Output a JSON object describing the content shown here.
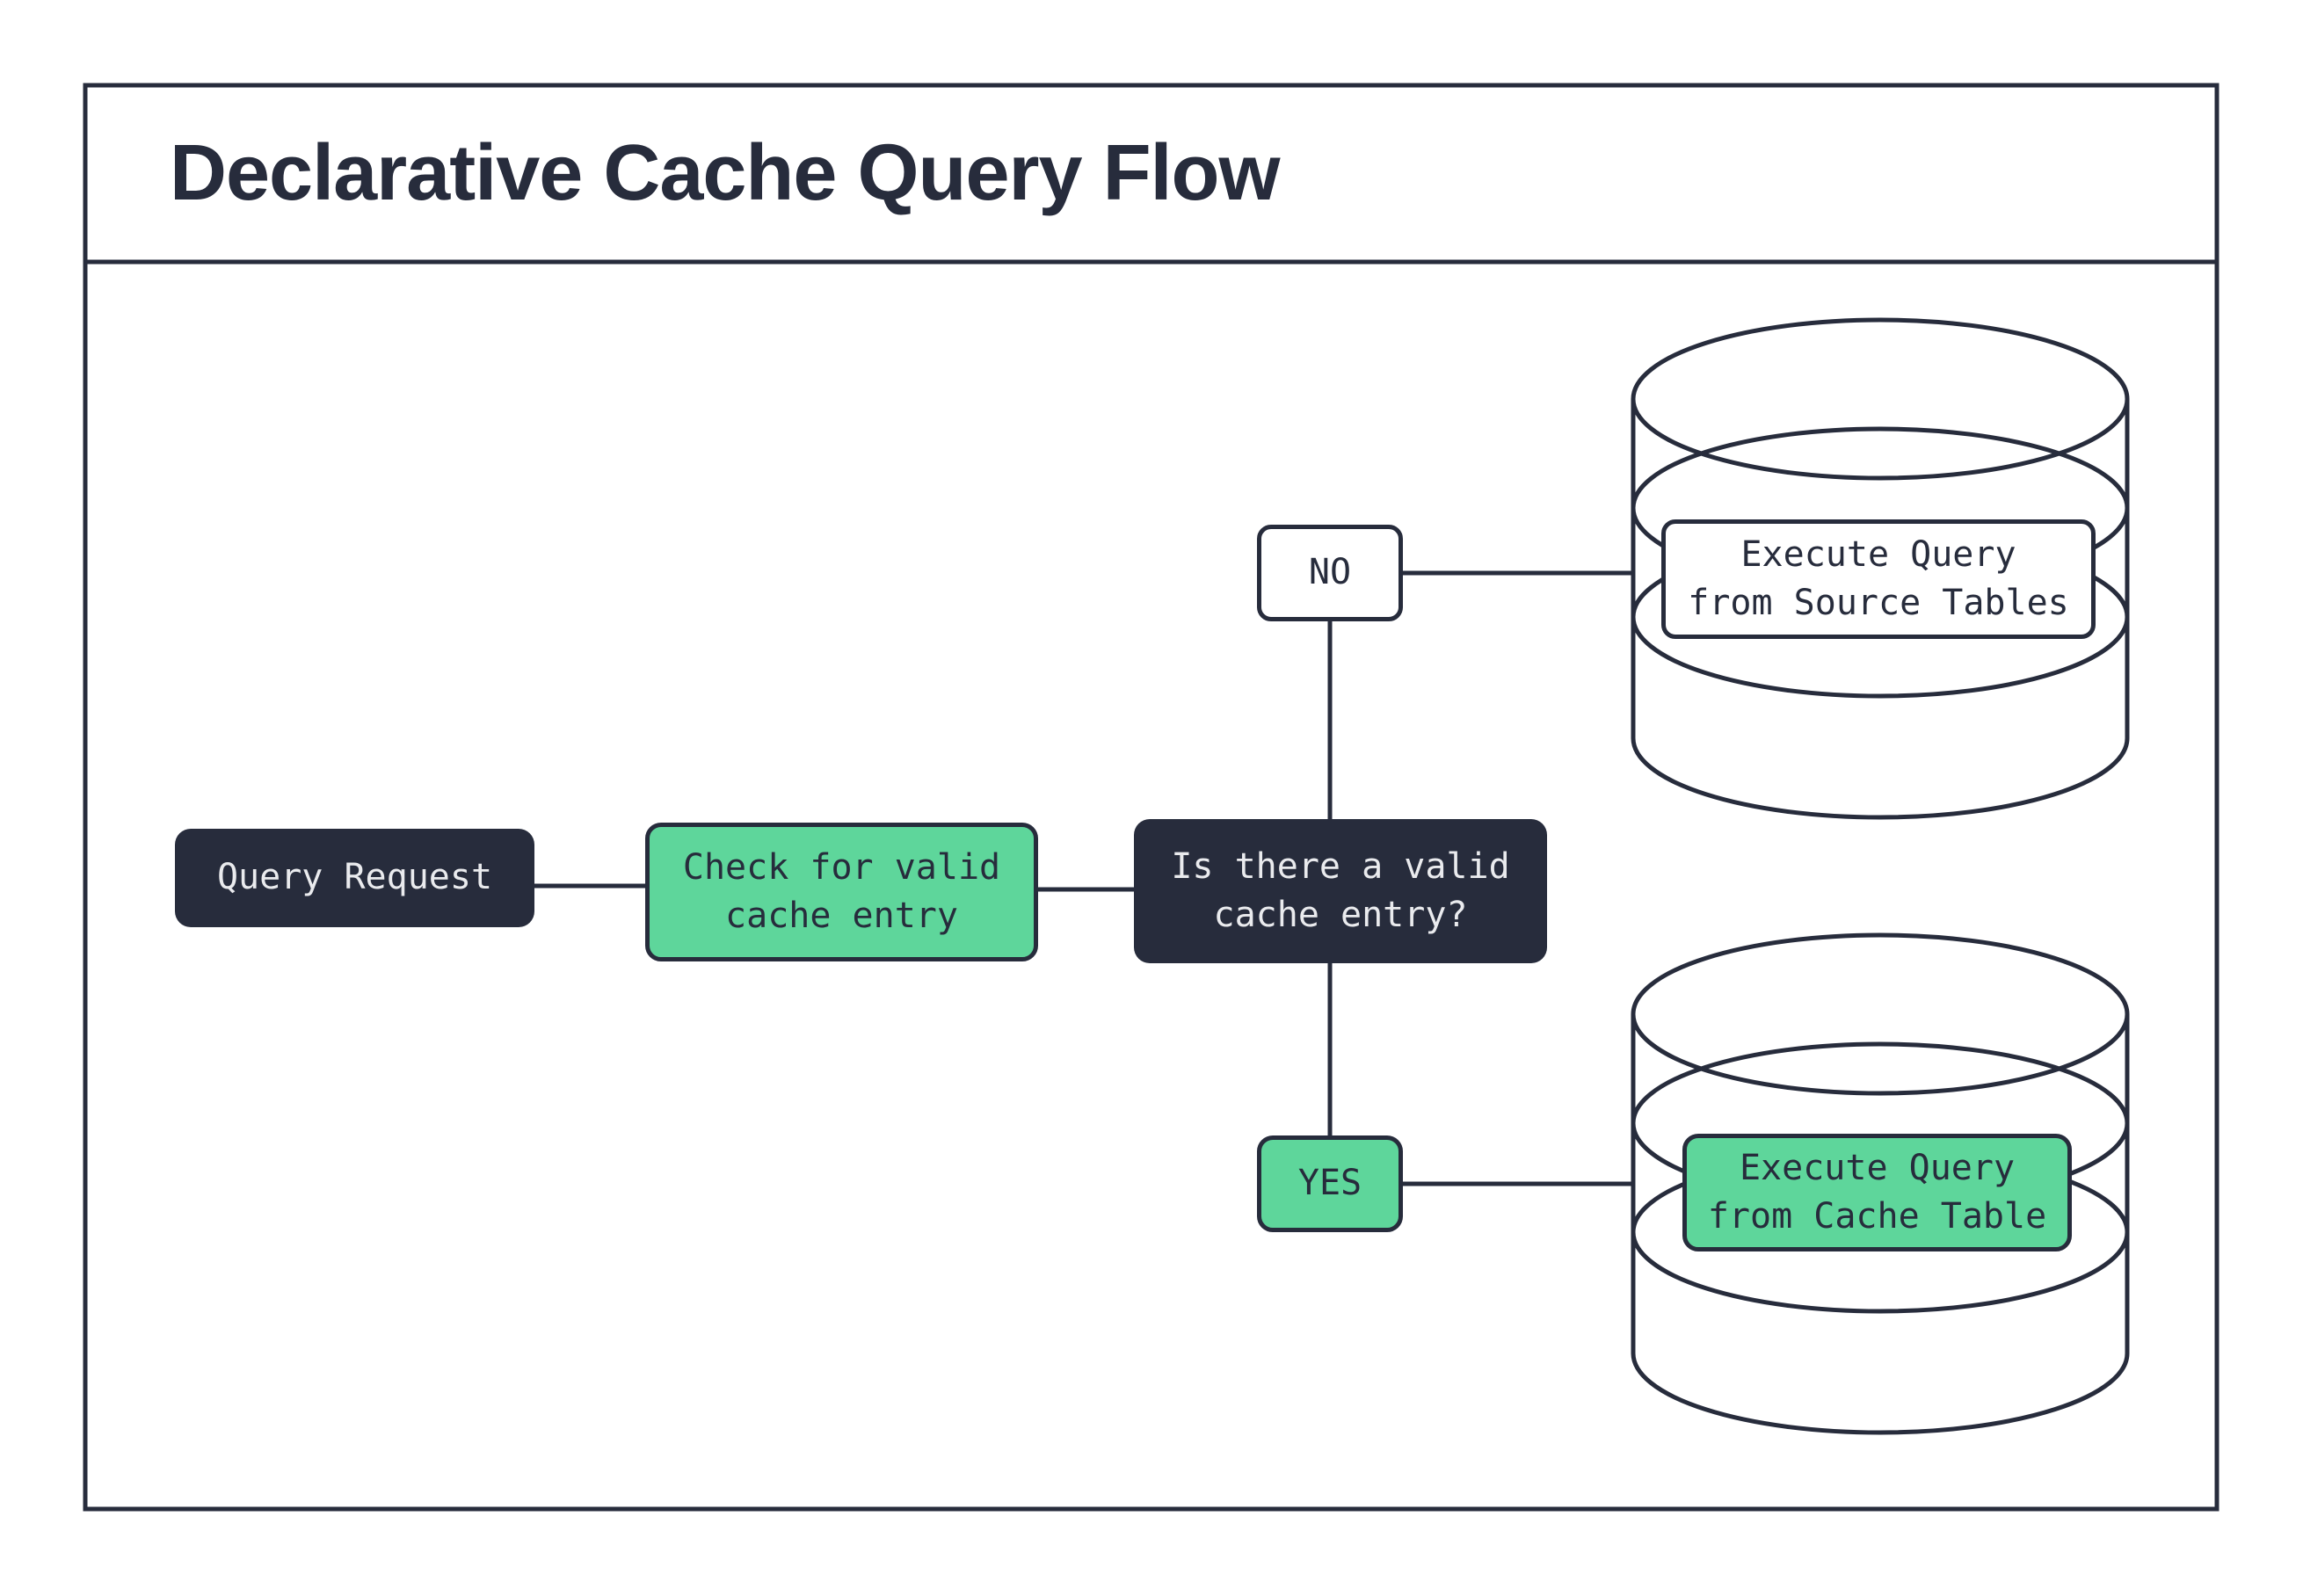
{
  "title": "Declarative Cache Query Flow",
  "colors": {
    "dark_navy": "#272c3c",
    "green": "#5ed69b",
    "light_text": "#eaebee",
    "background": "#ffffff"
  },
  "nodes": {
    "query_request": {
      "label": "Query Request"
    },
    "check_cache": {
      "label": "Check for valid\ncache entry"
    },
    "decision": {
      "label": "Is there a valid\ncache entry?"
    },
    "branch_no": {
      "label": "NO"
    },
    "branch_yes": {
      "label": "YES"
    },
    "source_db": {
      "label": "Execute Query\nfrom Source Tables"
    },
    "cache_db": {
      "label": "Execute Query\nfrom Cache Table"
    }
  }
}
